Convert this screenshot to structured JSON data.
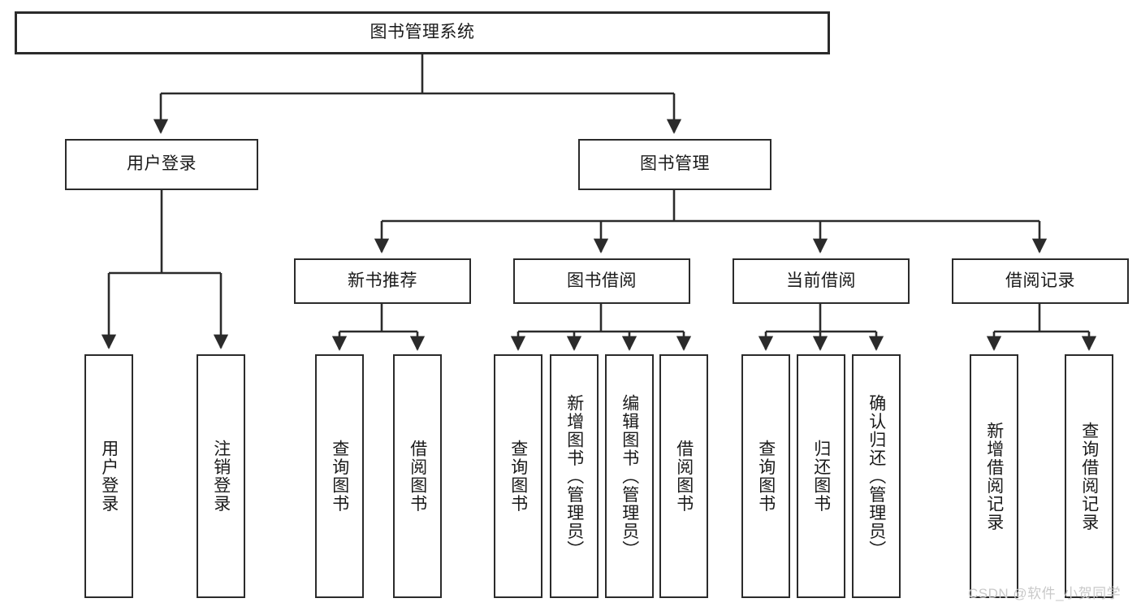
{
  "diagram": {
    "type": "hierarchy-tree",
    "title": "图书管理系统",
    "orientation": "top-down",
    "line_color": "#2b2b2b",
    "box_fill": "#ffffff",
    "text_color": "#1a1a1a"
  },
  "watermark": {
    "text": "CSDN @软件_小贺同学",
    "color": "#c9c9c9"
  },
  "nodes": {
    "root": {
      "label": "图书管理系统"
    },
    "level2": [
      {
        "label": "用户登录"
      },
      {
        "label": "图书管理"
      }
    ],
    "level3": [
      {
        "label": "新书推荐"
      },
      {
        "label": "图书借阅"
      },
      {
        "label": "当前借阅"
      },
      {
        "label": "借阅记录"
      }
    ],
    "leaves": {
      "user_login": [
        {
          "label": "用户登录"
        },
        {
          "label": "注销登录"
        }
      ],
      "new_book": [
        {
          "label": "查询图书"
        },
        {
          "label": "借阅图书"
        }
      ],
      "book_borrow": [
        {
          "label": "查询图书"
        },
        {
          "label": "新增图书（管理员）"
        },
        {
          "label": "编辑图书（管理员）"
        },
        {
          "label": "借阅图书"
        }
      ],
      "current_borrow": [
        {
          "label": "查询图书"
        },
        {
          "label": "归还图书"
        },
        {
          "label": "确认归还（管理员）"
        }
      ],
      "borrow_record": [
        {
          "label": "新增借阅记录"
        },
        {
          "label": "查询借阅记录"
        }
      ]
    }
  }
}
